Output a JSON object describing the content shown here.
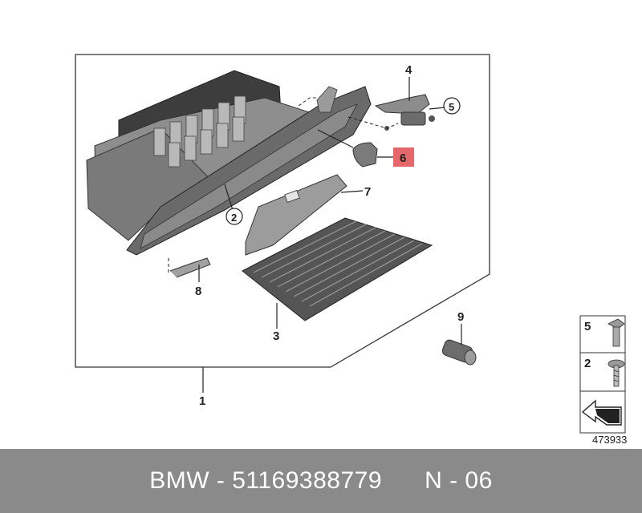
{
  "diagram": {
    "callouts": [
      {
        "id": "1",
        "label": "1"
      },
      {
        "id": "2",
        "label": "2"
      },
      {
        "id": "3",
        "label": "3"
      },
      {
        "id": "4",
        "label": "4"
      },
      {
        "id": "5",
        "label": "5"
      },
      {
        "id": "6",
        "label": "6",
        "highlighted": true,
        "highlight_color": "#e3676b"
      },
      {
        "id": "7",
        "label": "7"
      },
      {
        "id": "8",
        "label": "8"
      },
      {
        "id": "9",
        "label": "9"
      }
    ],
    "legend_panel": {
      "items": [
        {
          "label": "5",
          "icon": "clip-rivet-icon"
        },
        {
          "label": "2",
          "icon": "screw-washer-icon"
        },
        {
          "label": "",
          "icon": "section-arrow-icon"
        }
      ],
      "reference_number": "473933"
    }
  },
  "footer": {
    "brand": "BMW",
    "separator": " - ",
    "part_number": "51169388779",
    "page_code": "N - 06",
    "background": "#8a8a8a"
  }
}
